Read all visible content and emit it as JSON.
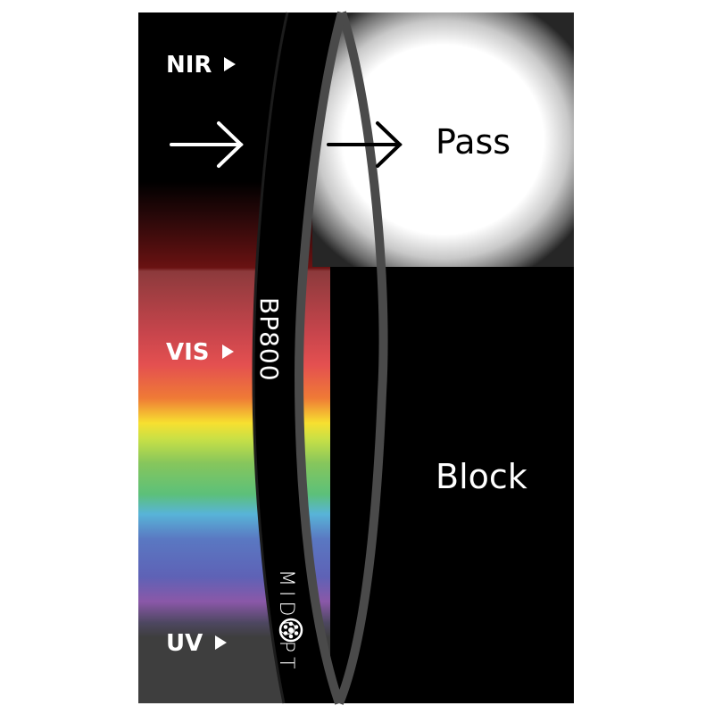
{
  "bands": {
    "nir": "NIR",
    "vis": "VIS",
    "uv": "UV"
  },
  "outcomes": {
    "pass": "Pass",
    "block": "Block"
  },
  "filter": {
    "model": "BP800",
    "brand": "MIDOPT"
  },
  "colors": {
    "background": "#000000",
    "pass_light": "#ffffff",
    "ring": "#4a4a4a",
    "text": "#ffffff"
  },
  "icons": [
    "incoming-arrow-icon",
    "passing-arrow-icon",
    "band-pointer-icon",
    "brand-logo-icon"
  ]
}
